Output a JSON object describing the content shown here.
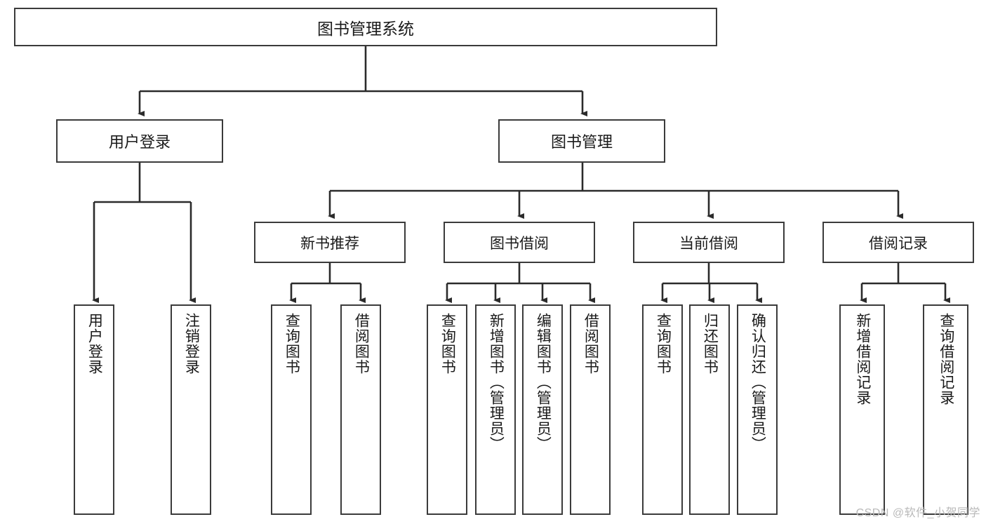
{
  "diagram": {
    "title": "图书管理系统",
    "root": {
      "label": "图书管理系统"
    },
    "level2": [
      {
        "label": "用户登录"
      },
      {
        "label": "图书管理"
      }
    ],
    "level3": [
      {
        "label": "新书推荐"
      },
      {
        "label": "图书借阅"
      },
      {
        "label": "当前借阅"
      },
      {
        "label": "借阅记录"
      }
    ],
    "leaves": {
      "user_login": [
        {
          "label": "用户登录"
        },
        {
          "label": "注销登录"
        }
      ],
      "new_book_recommend": [
        {
          "label": "查询图书"
        },
        {
          "label": "借阅图书"
        }
      ],
      "book_borrow": [
        {
          "label": "查询图书"
        },
        {
          "label": "新增图书（管理员）"
        },
        {
          "label": "编辑图书（管理员）"
        },
        {
          "label": "借阅图书"
        }
      ],
      "current_borrow": [
        {
          "label": "查询图书"
        },
        {
          "label": "归还图书"
        },
        {
          "label": "确认归还（管理员）"
        }
      ],
      "borrow_record": [
        {
          "label": "新增借阅记录"
        },
        {
          "label": "查询借阅记录"
        }
      ]
    }
  },
  "watermark": {
    "text": "CSDN @软件_小贺同学"
  },
  "colors": {
    "border": "#3b3b3b",
    "line": "#2b2b2b",
    "background": "#ffffff",
    "text": "#1a1a1a",
    "watermark": "#b9b9b9"
  }
}
